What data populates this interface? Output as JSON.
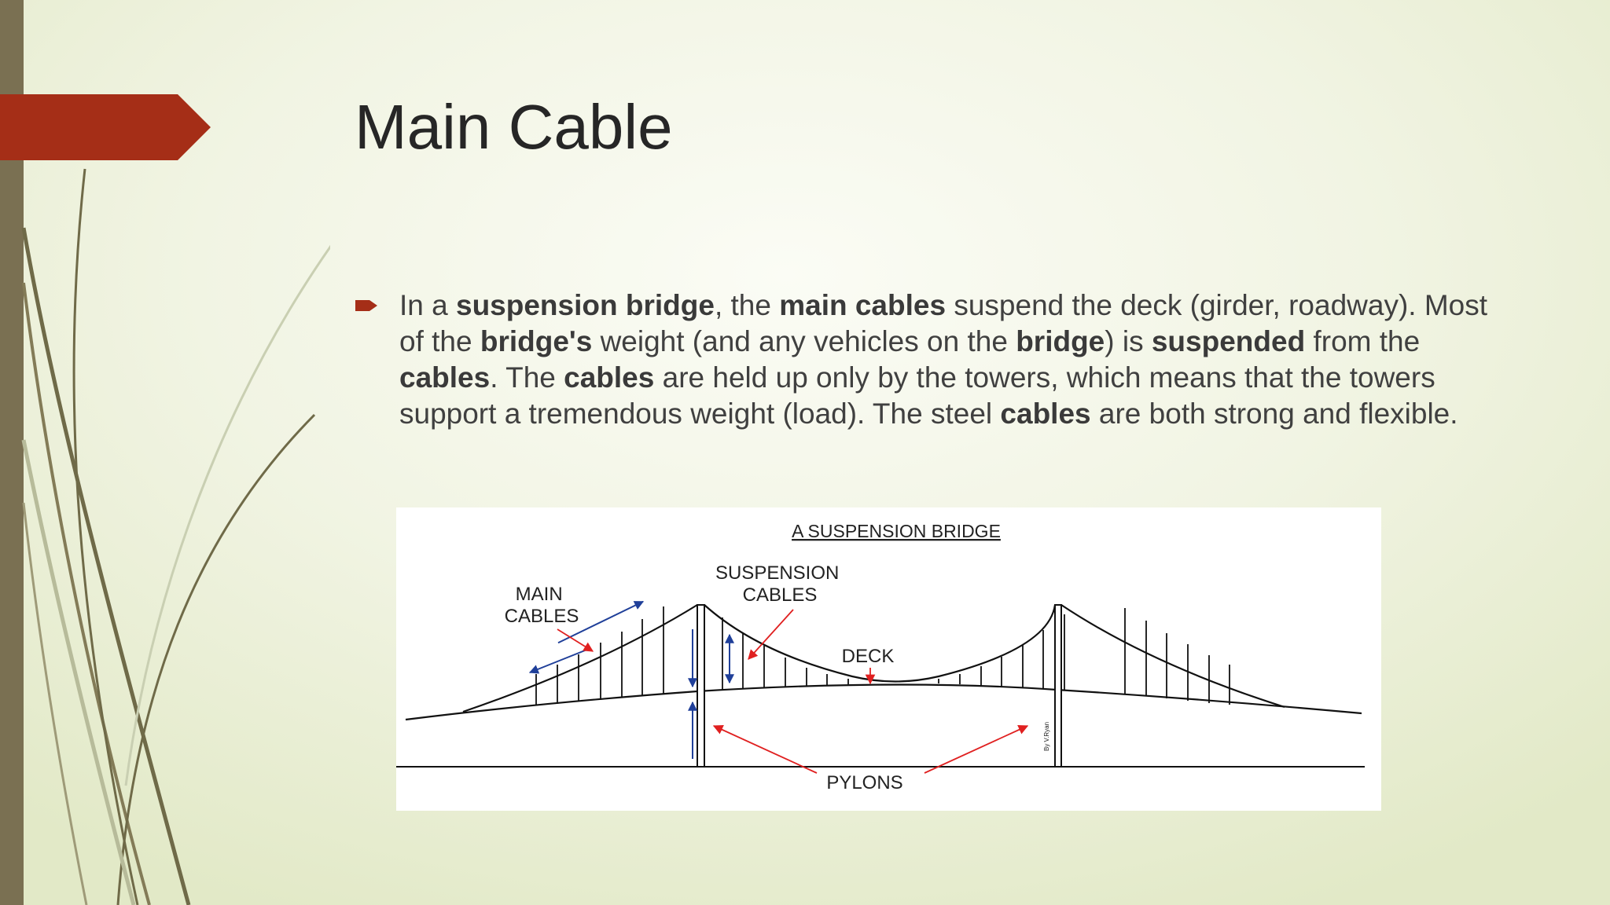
{
  "slide": {
    "title": "Main Cable",
    "accent_color": "#a52e17",
    "sidebar_color": "#7a7052",
    "bullet_icon": "arrow-bullet-icon",
    "bullet": {
      "t1": "In a ",
      "b1": "suspension bridge",
      "t2": ", the ",
      "b2": "main cables",
      "t3": " suspend the deck (girder, roadway). Most of the ",
      "b3": "bridge's",
      "t4": " weight (and any vehicles on the ",
      "b4": "bridge",
      "t5": ") is ",
      "b5": "suspended",
      "t6": " from the ",
      "b6": "cables",
      "t7": ". The ",
      "b7": "cables",
      "t8": " are held up only by the towers, which means that the towers support a tremendous weight (load). The steel ",
      "b8": "cables",
      "t9": " are both strong and flexible."
    },
    "figure": {
      "title": "A SUSPENSION BRIDGE",
      "label_main_cables_1": "MAIN",
      "label_main_cables_2": "CABLES",
      "label_suspension_1": "SUSPENSION",
      "label_suspension_2": "CABLES",
      "label_deck": "DECK",
      "label_pylons": "PYLONS",
      "credit": "By V.Ryan"
    }
  }
}
